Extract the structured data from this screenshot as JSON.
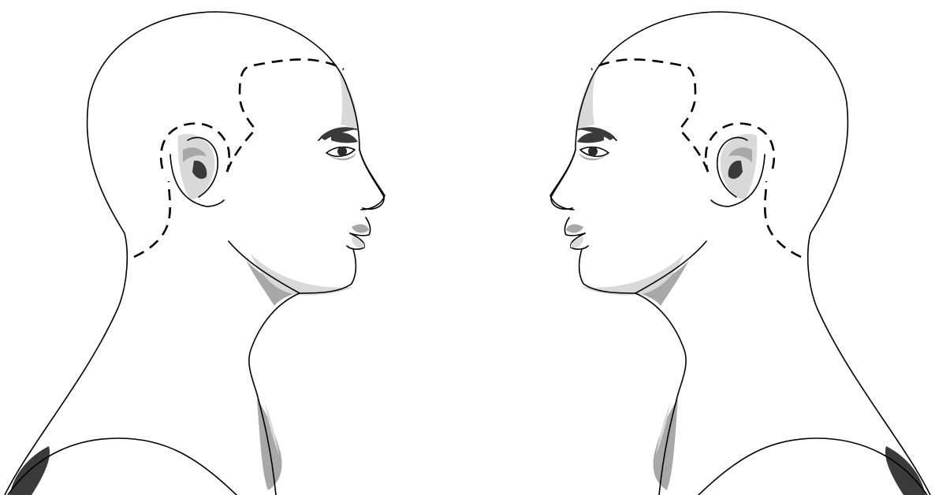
{
  "figure": {
    "heads": [
      {
        "id": "left",
        "facing": "right"
      },
      {
        "id": "right",
        "facing": "left"
      }
    ],
    "colors": {
      "outline": "#000000",
      "light_shade": "#d9d9d9",
      "mid_shade": "#a8a8a8",
      "dark_shade": "#3a3a3a",
      "background": "#ffffff"
    }
  }
}
